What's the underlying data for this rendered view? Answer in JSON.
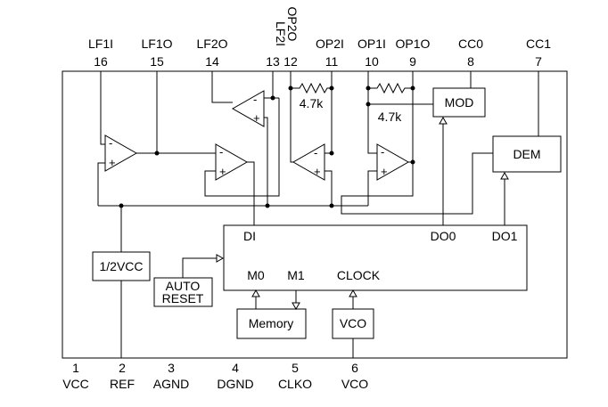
{
  "top_pins": [
    {
      "num": "16",
      "label": "LF1I"
    },
    {
      "num": "15",
      "label": "LF1O"
    },
    {
      "num": "14",
      "label": "LF2O"
    },
    {
      "num": "13",
      "label": "LF2I"
    },
    {
      "num": "12",
      "label": "OP2O"
    },
    {
      "num": "11",
      "label": "OP2I"
    },
    {
      "num": "10",
      "label": "OP1I"
    },
    {
      "num": "9",
      "label": "OP1O"
    },
    {
      "num": "8",
      "label": "CC0"
    },
    {
      "num": "7",
      "label": "CC1"
    }
  ],
  "bottom_pins": [
    {
      "num": "1",
      "label": "VCC"
    },
    {
      "num": "2",
      "label": "REF"
    },
    {
      "num": "3",
      "label": "AGND"
    },
    {
      "num": "4",
      "label": "DGND"
    },
    {
      "num": "5",
      "label": "CLKO"
    },
    {
      "num": "6",
      "label": "VCO"
    }
  ],
  "blocks": {
    "mod": "MOD",
    "dem": "DEM",
    "half_vcc": "1/2VCC",
    "auto": "AUTO",
    "reset": "RESET",
    "memory": "Memory",
    "vco": "VCO"
  },
  "resistors": [
    "4.7k",
    "4.7k"
  ],
  "logic": {
    "di": "DI",
    "do0": "DO0",
    "do1": "DO1",
    "m0": "M0",
    "m1": "M1",
    "clock": "CLOCK"
  },
  "opamp_signs": {
    "minus": "-",
    "plus": "+"
  }
}
